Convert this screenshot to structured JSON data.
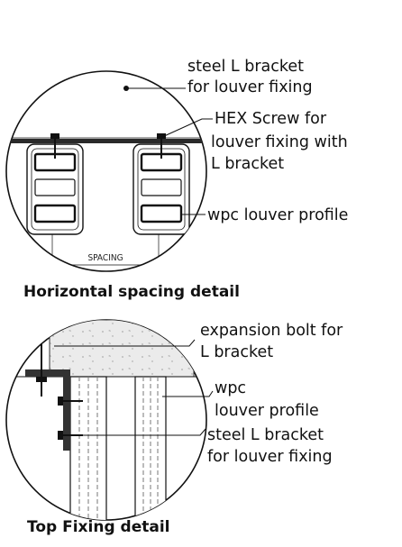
{
  "top_detail": {
    "title": "Horizontal spacing detail",
    "labels": {
      "bracket_line1": "steel L bracket",
      "bracket_line2": "for louver fixing",
      "screw_line1": "HEX Screw for",
      "screw_line2": "louver fixing with",
      "screw_line3": "L bracket",
      "profile": "wpc louver profile",
      "spacing": "SPACING"
    }
  },
  "bottom_detail": {
    "title": "Top Fixing detail",
    "labels": {
      "bolt_line1": "expansion bolt for",
      "bolt_line2": "L bracket",
      "wpc_line1": "wpc",
      "wpc_line2": "louver profile",
      "bracket_line1": "steel L bracket",
      "bracket_line2": "for louver fixing"
    }
  }
}
